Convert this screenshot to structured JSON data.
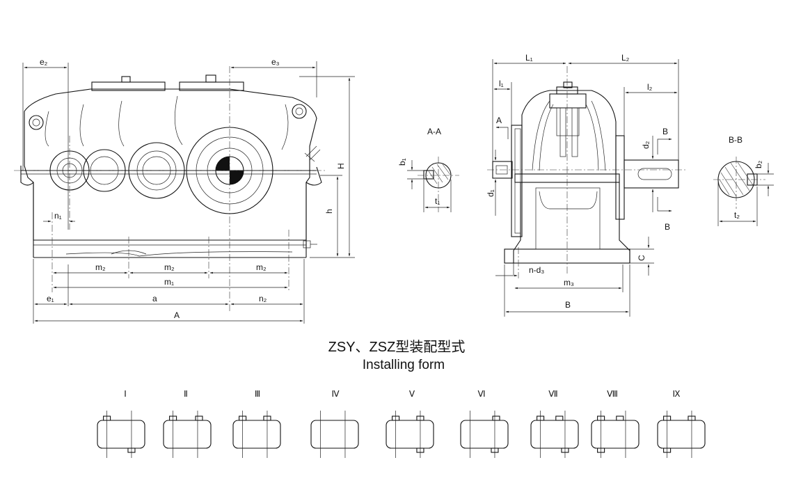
{
  "title": {
    "main": "ZSY、ZSZ型装配型式",
    "sub": "Installing form"
  },
  "front_view": {
    "dims": {
      "e2": "e₂",
      "e3": "e₃",
      "H": "H",
      "h": "h",
      "n1": "n₁",
      "m2": "m₂",
      "m1": "m₁",
      "e1": "e₁",
      "a": "a",
      "n2": "n₂",
      "A": "A"
    }
  },
  "section_aa": {
    "title": "A-A",
    "b1": "b₁",
    "t1": "t₁"
  },
  "side_view": {
    "dims": {
      "L1": "L₁",
      "L2": "L₂",
      "l1": "l₁",
      "l2": "l₂",
      "A": "A",
      "B_mark": "B",
      "d2": "d₂",
      "d1": "d₁",
      "C": "C",
      "nd3": "n-d₃",
      "m3": "m₃",
      "B": "B"
    }
  },
  "section_bb": {
    "title": "B-B",
    "b2": "b₂",
    "t2": "t₂"
  },
  "installing_forms": [
    "Ⅰ",
    "Ⅱ",
    "Ⅲ",
    "Ⅳ",
    "Ⅴ",
    "Ⅵ",
    "Ⅶ",
    "Ⅷ",
    "Ⅸ"
  ]
}
